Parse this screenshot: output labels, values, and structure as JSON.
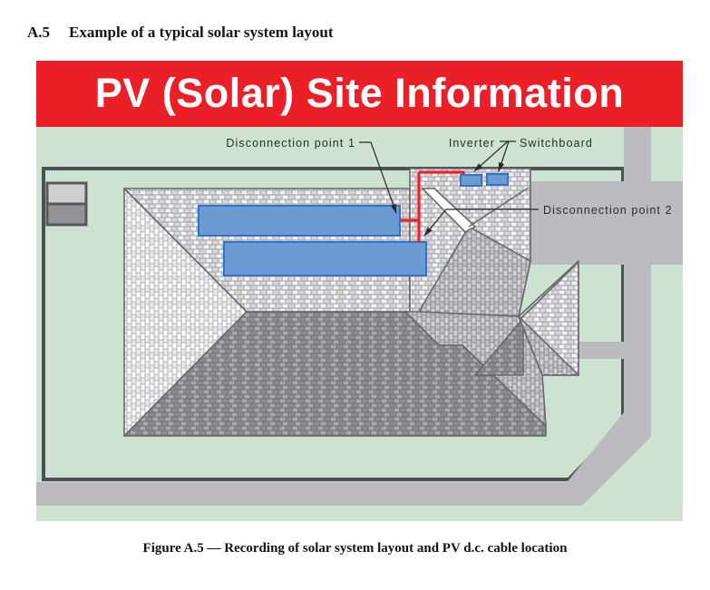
{
  "heading": {
    "number": "A.5",
    "title": "Example of a typical solar system layout"
  },
  "banner": {
    "text": "PV (Solar) Site Information",
    "bg_color": "#ea1f27",
    "fg_color": "#ffffff"
  },
  "diagram": {
    "labels": {
      "disconnection_point_1": "Disconnection point 1",
      "inverter": "Inverter",
      "switchboard": "Switchboard",
      "disconnection_point_2": "Disconnection point 2"
    },
    "colors": {
      "site_green": "#cde2d1",
      "road_gray": "#bbbbbf",
      "boundary_gray": "#4f5053",
      "panel_blue": "#6b9bd2",
      "panel_border_blue": "#3272c8",
      "cable_red": "#e8232a"
    },
    "components": [
      "site-boundary",
      "driveway-roads",
      "patio",
      "shed",
      "house-hip-roof",
      "solar-panel-array-1",
      "solar-panel-array-2",
      "inverter-unit",
      "switchboard-unit",
      "dc-cable"
    ]
  },
  "caption": {
    "text": "Figure A.5 — Recording of solar system layout and PV d.c. cable location"
  }
}
